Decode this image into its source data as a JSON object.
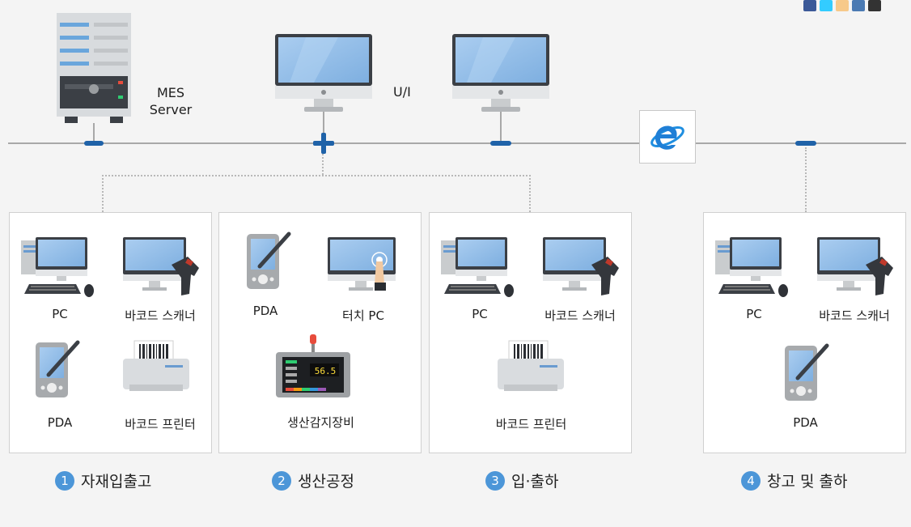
{
  "server": {
    "label_line1": "MES",
    "label_line2": "Server"
  },
  "ui_label": "U/I",
  "groups": [
    {
      "number": "1",
      "title": "자재입출고",
      "items": [
        "PC",
        "바코드 스캐너",
        "PDA",
        "바코드 프린터"
      ]
    },
    {
      "number": "2",
      "title": "생산공정",
      "items": [
        "PDA",
        "터치 PC",
        "생산감지장비"
      ]
    },
    {
      "number": "3",
      "title": "입·출하",
      "items": [
        "PC",
        "바코드 스캐너",
        "바코드 프린터"
      ]
    },
    {
      "number": "4",
      "title": "창고 및 출하",
      "items": [
        "PC",
        "바코드 스캐너",
        "PDA"
      ]
    }
  ],
  "sensor_display": "56.5",
  "social_icons": [
    "facebook-icon",
    "twitter-icon",
    "me2day-icon",
    "yozm-icon",
    "delicious-icon"
  ],
  "colors": {
    "accent": "#4c96d8",
    "network_line": "#a8a8a8",
    "connector": "#1f62a8",
    "screen": "#9dc3ea"
  }
}
